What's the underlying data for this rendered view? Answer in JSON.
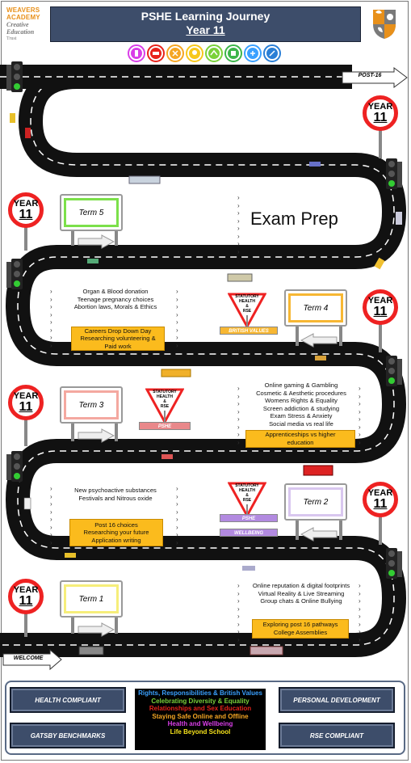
{
  "header": {
    "school_lines": [
      "WEAVERS",
      "ACADEMY",
      "Creative",
      "Education",
      "Trust"
    ],
    "title": "PSHE Learning Journey",
    "subtitle": "Year 11"
  },
  "road_signs": {
    "post16": "POST-16",
    "welcome": "WELCOME"
  },
  "year_sign": {
    "label": "YEAR",
    "number": "11"
  },
  "terms": {
    "term5": "Term 5",
    "term4": "Term 4",
    "term3": "Term 3",
    "term2": "Term 2",
    "term1": "Term 1"
  },
  "exam_prep": "Exam Prep",
  "statutory": {
    "line1": "STATUTORY",
    "line2": "HEALTH",
    "line3": "&",
    "line4": "RSE"
  },
  "term4_section": {
    "topics": [
      "Organ & Blood donation",
      "Teenage pregnancy choices",
      "Abortion laws, Morals & Ethics"
    ],
    "orange": [
      "Careers Drop Down Day",
      "Researching volunteering &",
      "Paid work"
    ],
    "banner": "BRITISH VALUES"
  },
  "term3_section": {
    "topics": [
      "Online gaming & Gambling",
      "Cosmetic & Aesthetic procedures",
      "Womens Rights & Equality",
      "Screen addiction & studying",
      "Exam Stress & Anxiety",
      "Social media vs real life"
    ],
    "orange": [
      "Apprenticeships vs higher",
      "education"
    ],
    "banner": "PSHE"
  },
  "term2_section": {
    "topics": [
      "New psychoactive substances",
      "Festivals and Nitrous oxide"
    ],
    "orange": [
      "Post 16 choices",
      "Researching your future",
      "Application writing"
    ],
    "banner1": "PSHE",
    "banner2": "WELLBEING"
  },
  "term1_section": {
    "topics": [
      "Online reputation & digital footprints",
      "Virtual Reality & Live Streaming",
      "Group chats & Online Bullying"
    ],
    "orange": [
      "Exploring post 16 pathways",
      "College Assemblies"
    ]
  },
  "footer": {
    "health_compliant": "HEALTH COMPLIANT",
    "gatsby": "GATSBY BENCHMARKS",
    "personal_development": "PERSONAL DEVELOPMENT",
    "rse_compliant": "RSE COMPLIANT",
    "legend": [
      {
        "text": "Rights, Responsibilities & British Values",
        "color": "#3aa0ff"
      },
      {
        "text": "Celebrating Diversity & Equality",
        "color": "#7ad13a"
      },
      {
        "text": "Relationships and Sex Education",
        "color": "#e8231b"
      },
      {
        "text": "Staying Safe Online and Offline",
        "color": "#f5a623"
      },
      {
        "text": "Health and Wellbeing",
        "color": "#d93ee8"
      },
      {
        "text": "Life Beyond School",
        "color": "#f7e31b"
      }
    ]
  },
  "colors": {
    "title_bg": "#3d4d6a",
    "orange": "#fbbb1d",
    "sign_red": "#e22222",
    "term5_border": "#7ce04a",
    "term4_border": "#f7b733",
    "term3_border": "#f4a8a0",
    "term2_border": "#d9c7ef",
    "term1_border": "#f6ee7a"
  }
}
